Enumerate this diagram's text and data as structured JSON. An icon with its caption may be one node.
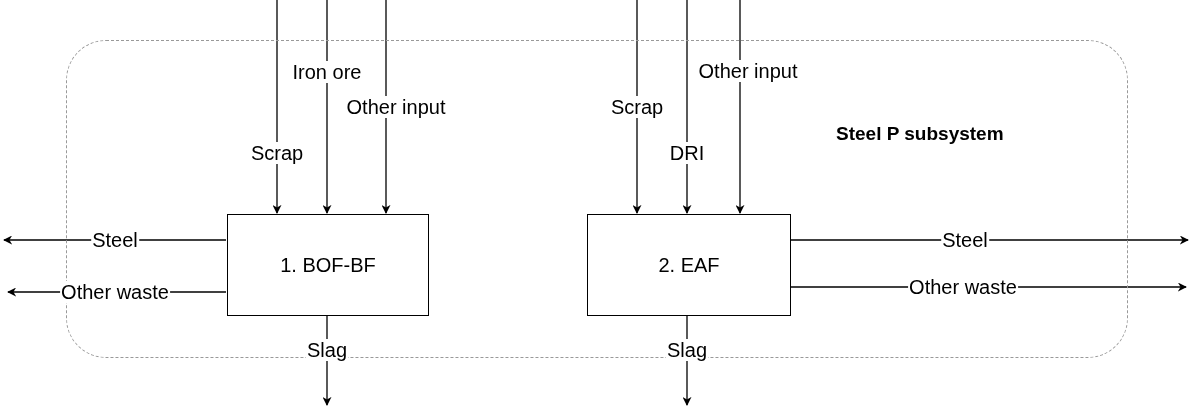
{
  "diagram": {
    "nodes": [
      {
        "text": [
          "Steel P subsystem"
        ]
      },
      {
        "text": [
          "1. BOF-BF"
        ],
        "in": 0
      },
      {
        "text": [
          "2. EAF"
        ],
        "in": 0
      }
    ],
    "edges": [
      {
        "from": null,
        "to": 1,
        "arrow": "to",
        "label": "Scrap"
      },
      {
        "from": null,
        "to": 1,
        "arrow": "to",
        "label": "Iron ore"
      },
      {
        "from": null,
        "to": 1,
        "arrow": "to",
        "label": "Other input"
      },
      {
        "from": 1,
        "to": null,
        "arrow": "to",
        "label": "Steel"
      },
      {
        "from": 1,
        "to": null,
        "arrow": "to",
        "label": "Other waste"
      },
      {
        "from": 1,
        "to": null,
        "arrow": "to",
        "label": "Slag"
      },
      {
        "from": null,
        "to": 2,
        "arrow": "to",
        "label": "Scrap"
      },
      {
        "from": null,
        "to": 2,
        "arrow": "to",
        "label": "DRI"
      },
      {
        "from": null,
        "to": 2,
        "arrow": "to",
        "label": "Other input"
      },
      {
        "from": 2,
        "to": null,
        "arrow": "to",
        "label": "Steel"
      },
      {
        "from": 2,
        "to": null,
        "arrow": "to",
        "label": "Other waste"
      },
      {
        "from": 2,
        "to": null,
        "arrow": "to",
        "label": "Slag"
      }
    ]
  }
}
